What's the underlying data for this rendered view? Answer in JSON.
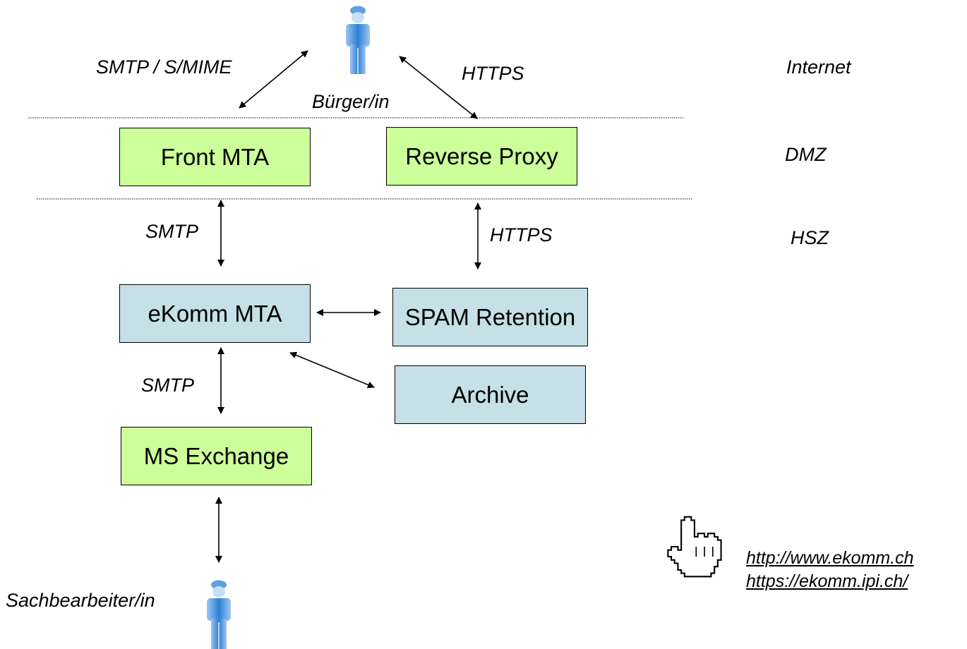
{
  "actors": {
    "citizen": {
      "label": "Bürger/in",
      "icon": "person-icon"
    },
    "clerk": {
      "label": "Sachbearbeiter/in",
      "icon": "person-icon"
    }
  },
  "zones": {
    "internet": "Internet",
    "dmz": "DMZ",
    "hsz": "HSZ"
  },
  "nodes": {
    "front_mta": "Front MTA",
    "reverse_proxy": "Reverse Proxy",
    "ekomm_mta": "eKomm MTA",
    "spam_retention": "SPAM Retention",
    "archive": "Archive",
    "ms_exchange": "MS Exchange"
  },
  "protocols": {
    "smtp_smime": "SMTP / S/MIME",
    "https_top": "HTTPS",
    "smtp_front": "SMTP",
    "https_proxy": "HTTPS",
    "smtp_exchange": "SMTP"
  },
  "links": {
    "url_1": "http://www.ekomm.ch",
    "url_2": "https://ekomm.ipi.ch/"
  },
  "colors": {
    "green_box": "#ccff99",
    "blue_box": "#c5e0e6",
    "person_blue": "#4a8fd8"
  },
  "icons": {
    "pointer": "hand-pointer-icon"
  }
}
